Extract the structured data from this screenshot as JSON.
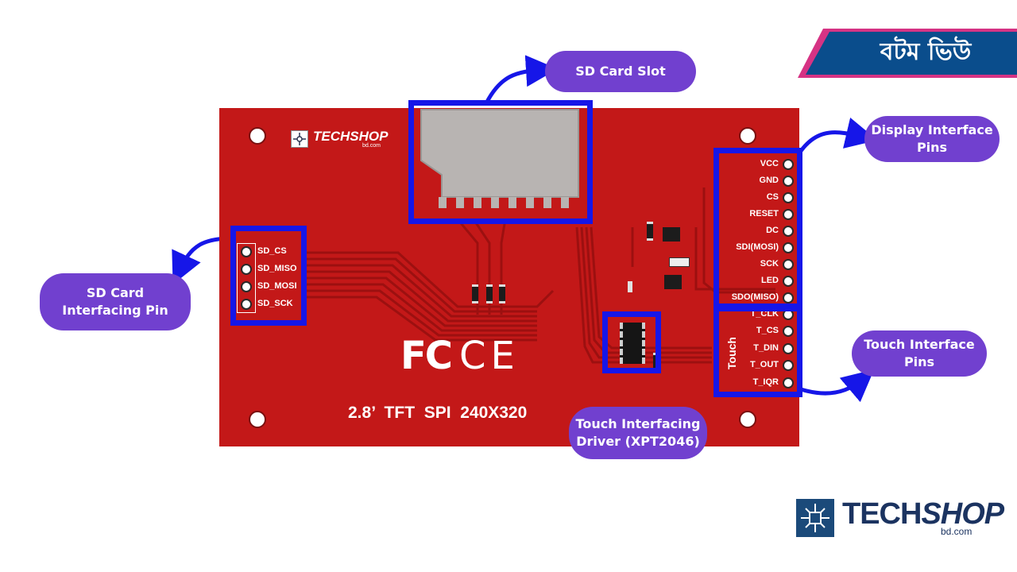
{
  "header": {
    "title": "বটম ভিউ"
  },
  "board": {
    "brand": "TECHSHOP",
    "brand_sub": "bd.com",
    "fc_mark": "FC",
    "ce_mark": "CE",
    "model_text": "2.8’  TFT  SPI  240X320",
    "display_pins": [
      "VCC",
      "GND",
      "CS",
      "RESET",
      "DC",
      "SDI(MOSI)",
      "SCK",
      "LED",
      "SDO(MISO)"
    ],
    "touch_pins": [
      "T_CLK",
      "T_CS",
      "T_DIN",
      "T_OUT",
      "T_IQR"
    ],
    "touch_label": "Touch",
    "sd_pins": [
      "SD_CS",
      "SD_MISO",
      "SD_MOSI",
      "SD_SCK"
    ]
  },
  "callouts": {
    "sd_slot": "SD Card Slot",
    "display_pins_line1": "Display Interface",
    "display_pins_line2": "Pins",
    "sd_pin_line1": "SD Card",
    "sd_pin_line2": "Interfacing Pin",
    "touch_pins_line1": "Touch Interface",
    "touch_pins_line2": "Pins",
    "touch_driver_line1": "Touch Interfacing",
    "touch_driver_line2": "Driver (XPT2046)"
  },
  "footer_logo": {
    "brand_a": "TECH",
    "brand_b": "SHOP",
    "sub": "bd.com"
  },
  "colors": {
    "board": "#c31818",
    "callout": "#7140cf",
    "highlight": "#1616e8",
    "header_bg": "#0a4d8c",
    "header_accent": "#d63384"
  }
}
